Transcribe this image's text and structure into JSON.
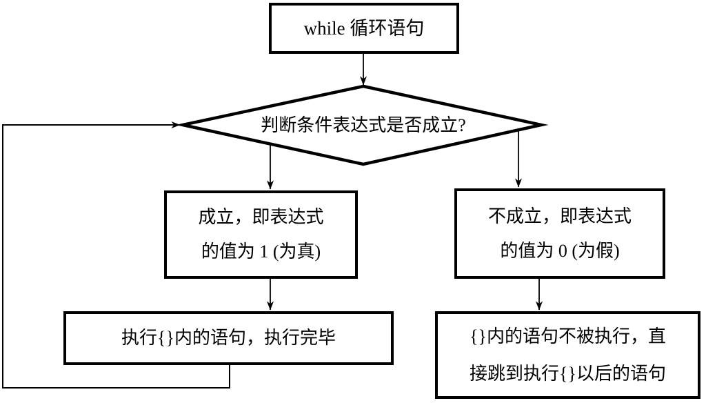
{
  "colors": {
    "line": "#000000",
    "background": "#ffffff"
  },
  "flowchart": {
    "start": "while 循环语句",
    "decision": "判断条件表达式是否成立?",
    "true_branch": {
      "line1": "成立，即表达式",
      "line2": "的值为 1 (为真)"
    },
    "false_branch": {
      "line1": "不成立，即表达式",
      "line2": "的值为 0 (为假)"
    },
    "execute": "执行{}内的语句，执行完毕",
    "skip": {
      "line1": "{}内的语句不被执行，直",
      "line2": "接跳到执行{}以后的语句"
    }
  }
}
